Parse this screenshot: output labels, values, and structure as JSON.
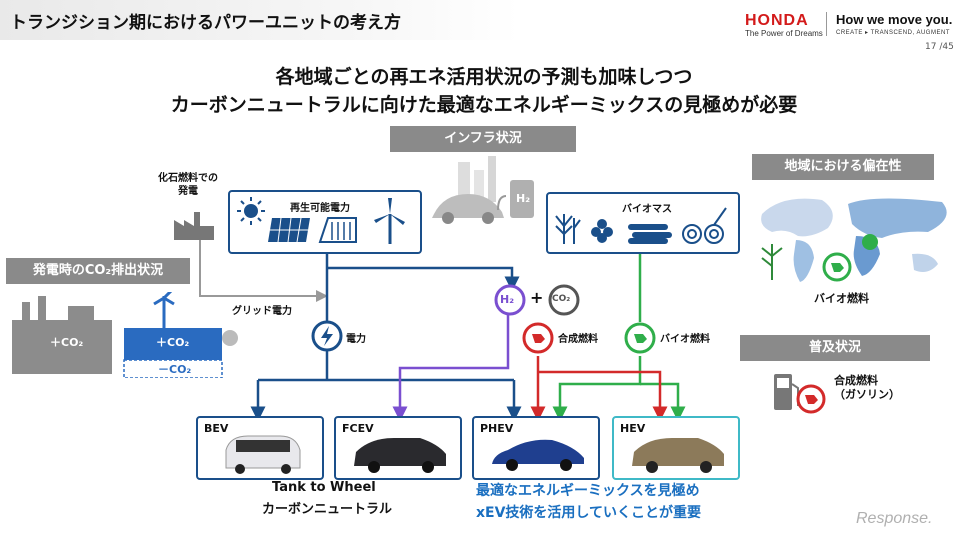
{
  "header": {
    "title": "トランジション期におけるパワーユニットの考え方",
    "brand": "HONDA",
    "brand_tagline": "The Power of Dreams",
    "slogan": "How we move you.",
    "slogan_sub": "CREATE ▸ TRANSCEND, AUGMENT",
    "page_number": "17 /45"
  },
  "headline": {
    "line1": "各地域ごとの再エネ活用状況の予測も加味しつつ",
    "line2": "カーボンニュートラルに向けた最適なエネルギーミックスの見極めが必要"
  },
  "sections": {
    "infra": "インフラ状況",
    "regional": "地域における偏在性",
    "popularity": "普及状況",
    "co2_power": "発電時のCO₂排出状況"
  },
  "labels": {
    "fossil": "化石燃料での\n発電",
    "renewable": "再生可能電力",
    "biomass": "バイオマス",
    "grid": "グリッド電力",
    "electricity": "電力",
    "h2": "H₂",
    "co2": "CO₂",
    "synthetic": "合成燃料",
    "biofuel": "バイオ燃料",
    "bio_fuel_map": "バイオ燃料",
    "synthetic_gas": "合成燃料\n（ガソリン）",
    "plus_co2_a": "＋CO₂",
    "plus_co2_b": "＋CO₂",
    "minus_co2": "－CO₂",
    "h2_station": "H₂"
  },
  "vehicles": [
    {
      "label": "BEV",
      "color": "#e8e8ec"
    },
    {
      "label": "FCEV",
      "color": "#2a2a2e"
    },
    {
      "label": "PHEV",
      "color": "#1f3f8f"
    },
    {
      "label": "HEV",
      "color": "#8c7a5a"
    }
  ],
  "bottom": {
    "ttw_line1": "Tank to Wheel",
    "ttw_line2": "カーボンニュートラル",
    "mix_line1": "最適なエネルギーミックスを見極め",
    "mix_line2": "xEV技術を活用していくことが重要"
  },
  "watermark": "Response.",
  "colors": {
    "blue": "#1a4f8a",
    "green": "#2fae4a",
    "red": "#d32a2a",
    "purple": "#7a4fd0",
    "teal": "#3fb9c7",
    "gray": "#8a8a8a"
  }
}
